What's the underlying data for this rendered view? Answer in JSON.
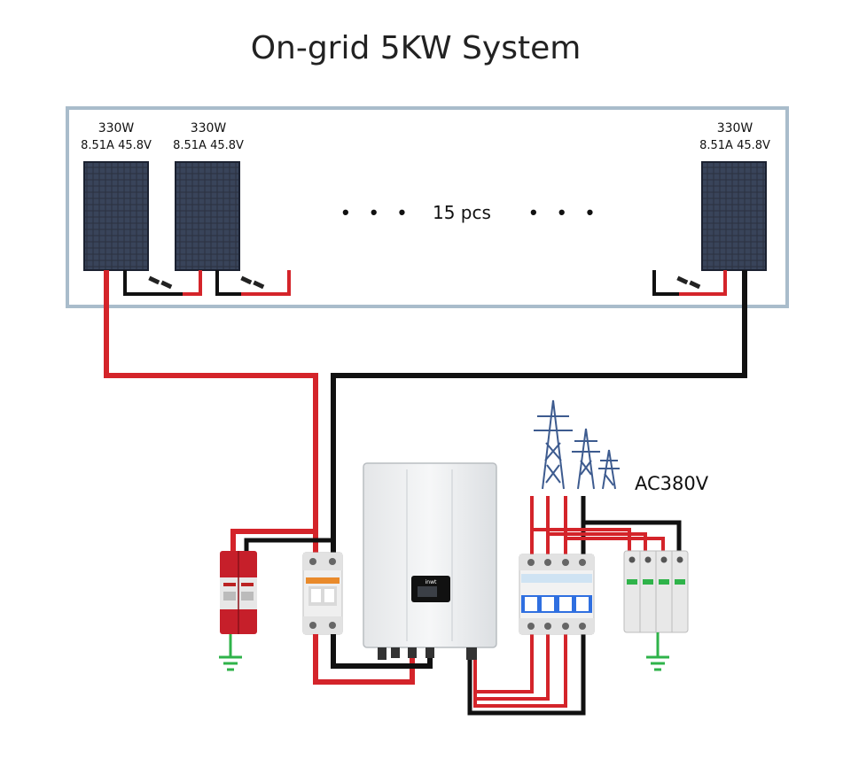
{
  "title": "On-grid 5KW System",
  "panels": [
    {
      "power": "330W",
      "spec": "8.51A  45.8V"
    },
    {
      "power": "330W",
      "spec": "8.51A  45.8V"
    },
    {
      "power": "330W",
      "spec": "8.51A  45.8V"
    }
  ],
  "panel_count": "15 pcs",
  "ellipsis": "• • •",
  "grid_voltage": "AC380V",
  "inverter_brand": "inwt",
  "colors": {
    "positive_wire": "#d4242a",
    "negative_wire": "#111111",
    "frame": "#a9bccb",
    "ground": "#2fb34a",
    "panel_cell": "#2a3140",
    "tower": "#3d5b8f"
  },
  "components": [
    "solar-panel",
    "dc-surge-protector",
    "dc-breaker",
    "inverter",
    "ac-breaker",
    "ac-surge-protector",
    "power-tower",
    "ground-symbol"
  ]
}
